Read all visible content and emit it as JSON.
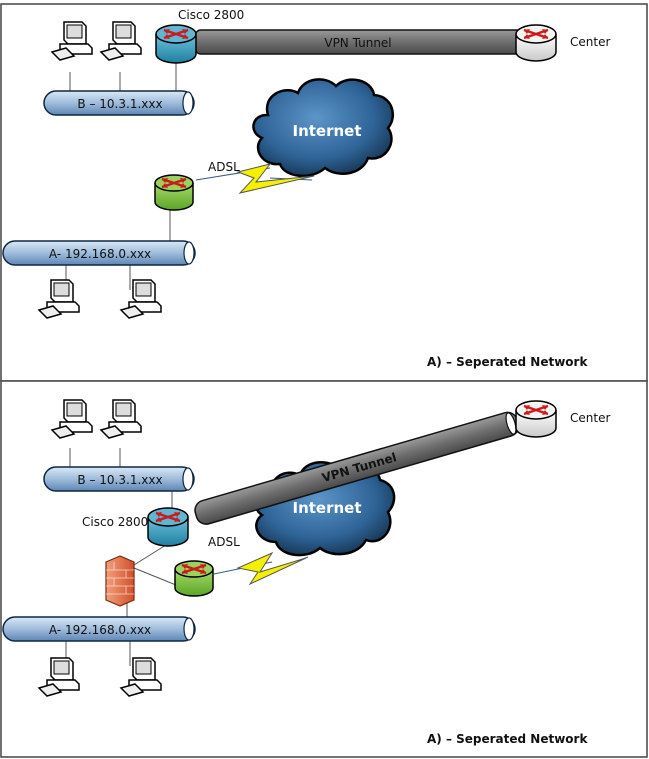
{
  "panels": [
    {
      "id": "separated-network-top",
      "caption": "A) – Seperated Network",
      "router_b_label": "Cisco 2800",
      "center_label": "Center",
      "tunnel_label": "VPN Tunnel",
      "internet_label": "Internet",
      "adsl_label": "ADSL",
      "lan_b_label": "B – 10.3.1.xxx",
      "lan_a_label": "A- 192.168.0.xxx"
    },
    {
      "id": "separated-network-bottom",
      "caption": "A) – Seperated Network",
      "router_b_label": "Cisco 2800",
      "center_label": "Center",
      "tunnel_label": "VPN Tunnel",
      "internet_label": "Internet",
      "adsl_label": "ADSL",
      "lan_b_label": "B – 10.3.1.xxx",
      "lan_a_label": "A- 192.168.0.xxx"
    }
  ],
  "colors": {
    "lan_pipe": "#9fbcdc",
    "tunnel": "#6e6e6e",
    "cisco_router": "#3aa0bf",
    "adsl_router": "#7cc242",
    "center_router": "#e6e6e6",
    "cloud": "#2e6396",
    "lightning": "#f5f000",
    "firewall": "#e8704a"
  }
}
